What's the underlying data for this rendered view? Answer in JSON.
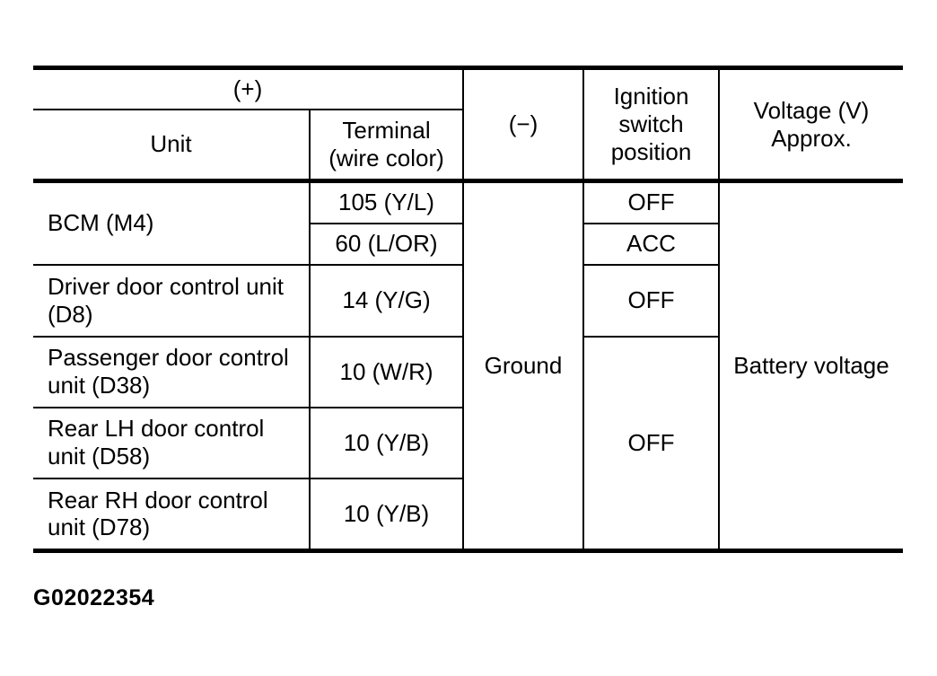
{
  "caption": "G02022354",
  "table": {
    "header": {
      "plus": "(+)",
      "unit": "Unit",
      "terminal": "Terminal\n(wire color)",
      "minus": "(−)",
      "ignition": "Ignition\nswitch\nposition",
      "voltage": "Voltage (V)\nApprox."
    },
    "minus_value": "Ground",
    "voltage_value": "Battery voltage",
    "rows": [
      {
        "unit": "BCM (M4)",
        "terminal": "105 (Y/L)",
        "ignition": "OFF"
      },
      {
        "terminal": "60 (L/OR)",
        "ignition": "ACC"
      },
      {
        "unit": "Driver door control unit\n(D8)",
        "terminal": "14 (Y/G)",
        "ignition": "OFF"
      },
      {
        "unit": "Passenger door control\nunit (D38)",
        "terminal": "10 (W/R)",
        "ignition": "OFF"
      },
      {
        "unit": "Rear LH door control\nunit (D58)",
        "terminal": "10 (Y/B)"
      },
      {
        "unit": "Rear RH door control\nunit (D78)",
        "terminal": "10 (Y/B)"
      }
    ]
  }
}
